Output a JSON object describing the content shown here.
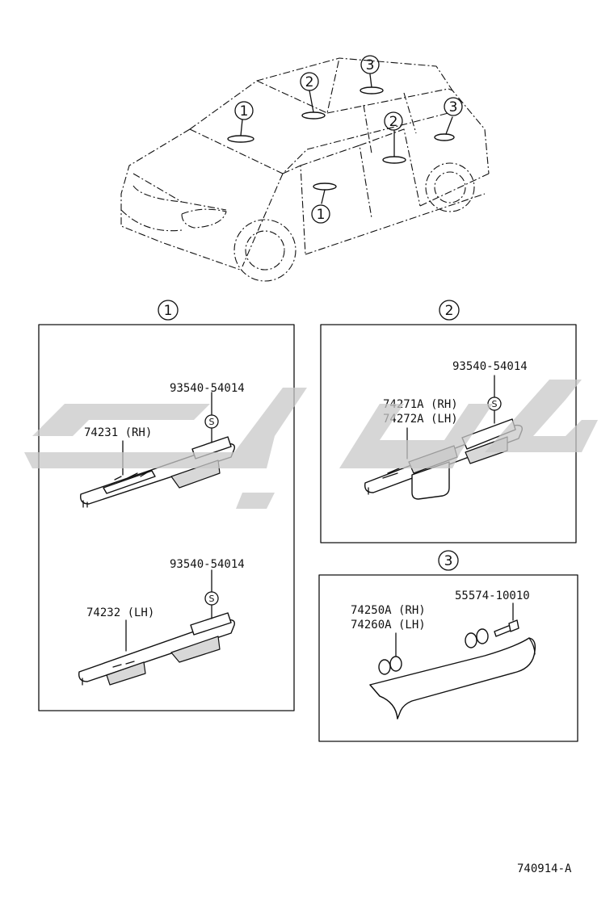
{
  "callouts": {
    "one": "1",
    "two": "2",
    "three": "3"
  },
  "car_callouts": [
    "1",
    "2",
    "3",
    "2",
    "3",
    "1"
  ],
  "panels": {
    "panel1": {
      "number": "1",
      "upper": {
        "bolt": "93540-54014",
        "part": "74231 (RH)",
        "mark": "S"
      },
      "lower": {
        "bolt": "93540-54014",
        "part": "74232 (LH)",
        "mark": "S"
      }
    },
    "panel2": {
      "number": "2",
      "bolt": "93540-54014",
      "part_rh": "74271A (RH)",
      "part_lh": "74272A (LH)",
      "mark": "S"
    },
    "panel3": {
      "number": "3",
      "bolt": "55574-10010",
      "part_rh": "74250A (RH)",
      "part_lh": "74260A (LH)"
    }
  },
  "footer": {
    "drawing_id": "740914-A"
  }
}
